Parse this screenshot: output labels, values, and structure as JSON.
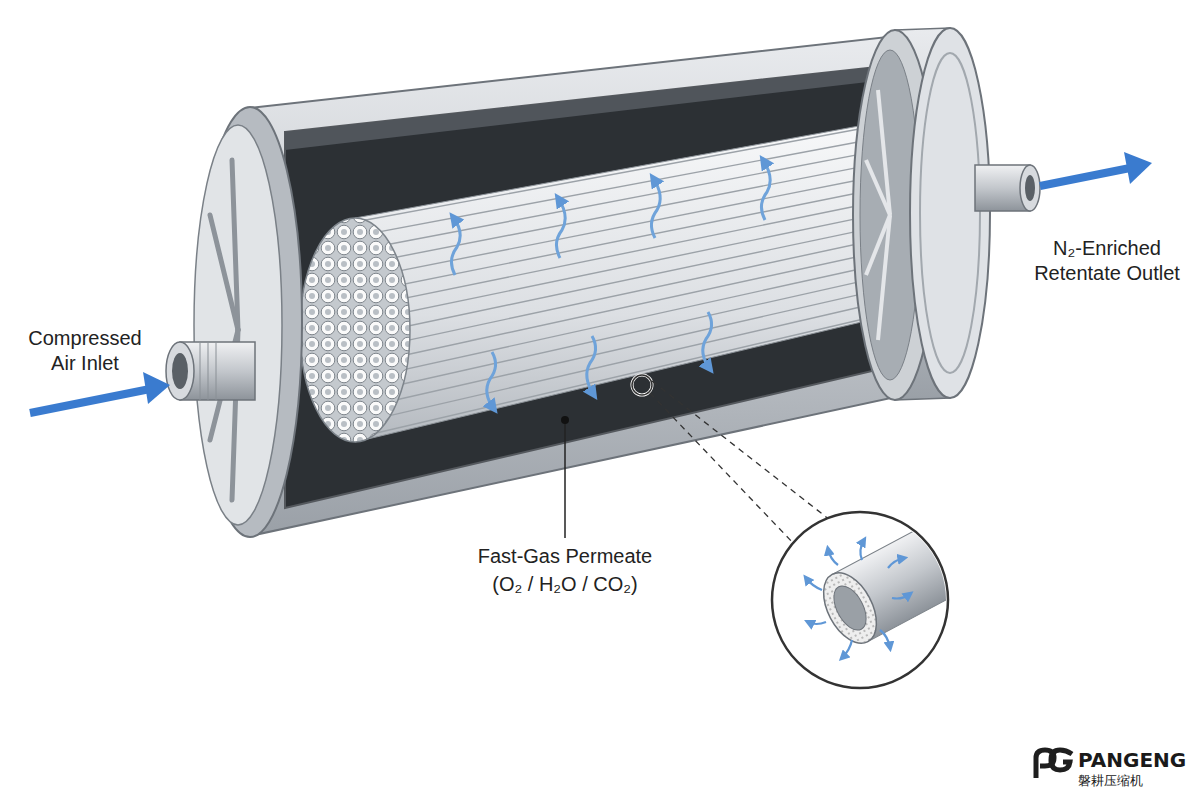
{
  "diagram": {
    "labels": [
      "Compressed Air Inlet",
      "N₂-Enriched Retentate Outlet",
      "Fast-Gas Permeate",
      "(O₂ / H₂O / CO₂)",
      "PANGENG",
      "磐耕压缩机"
    ]
  }
}
